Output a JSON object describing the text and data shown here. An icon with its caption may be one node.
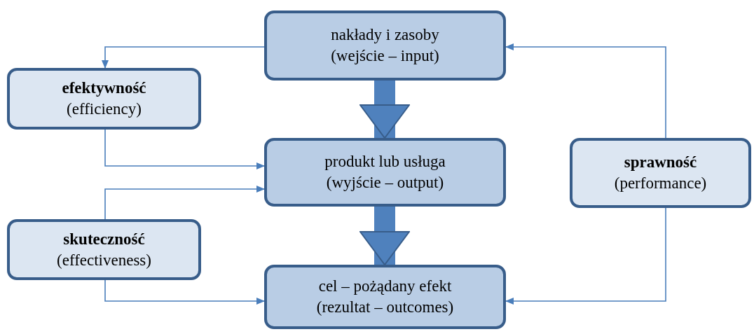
{
  "diagram": {
    "nodes": [
      {
        "text": [
          "nakłady i zasoby",
          "(wejście – input)"
        ]
      },
      {
        "text": [
          "efektywność",
          "(efficiency)"
        ]
      },
      {
        "text": [
          "produkt lub usługa",
          "(wyjście – output)"
        ]
      },
      {
        "text": [
          "sprawność",
          "(performance)"
        ]
      },
      {
        "text": [
          "skuteczność",
          "(effectiveness)"
        ]
      },
      {
        "text": [
          "cel – pożądany efekt",
          "(rezultat – outcomes)"
        ]
      }
    ],
    "edges": [
      {
        "from": 0,
        "to": 1,
        "arrow": "to"
      },
      {
        "from": 1,
        "to": 2,
        "arrow": "to"
      },
      {
        "from": 4,
        "to": 2,
        "arrow": "to"
      },
      {
        "from": 4,
        "to": 5,
        "arrow": "to"
      },
      {
        "from": 3,
        "to": 0,
        "arrow": "to"
      },
      {
        "from": 3,
        "to": 5,
        "arrow": "to"
      },
      {
        "from": 0,
        "to": 2,
        "arrow": "to",
        "style": "thick"
      },
      {
        "from": 2,
        "to": 5,
        "arrow": "to",
        "style": "thick"
      }
    ]
  }
}
